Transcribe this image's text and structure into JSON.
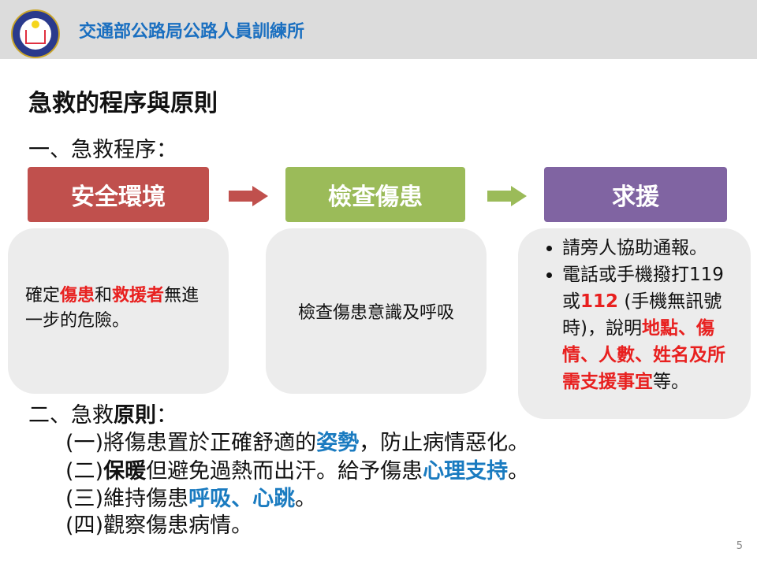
{
  "header": {
    "org": "交通部公路局公路人員訓練所"
  },
  "title": "急救的程序與原則",
  "section1": "一、急救程序：",
  "steps": [
    {
      "label": "安全環境",
      "color": "#c0504d"
    },
    {
      "label": "檢查傷患",
      "color": "#9bbb59"
    },
    {
      "label": "求援",
      "color": "#8064a2"
    }
  ],
  "card1": {
    "t1": "確定",
    "t2": "傷患",
    "t3": "和",
    "t4": "救援者",
    "t5": "無進一步的危險。"
  },
  "card2": {
    "text": "檢查傷患意識及呼吸"
  },
  "card3": {
    "b1": "請旁人協助通報。",
    "b2a": "電話或手機撥打119或",
    "b2b": "112",
    "b2c": " (手機無訊號時)，說明",
    "b2d": "地點、傷情、人數、姓名及所需支援事宜",
    "b2e": "等。"
  },
  "section2": {
    "a": "二、急救",
    "b": "原則",
    "c": "："
  },
  "principles": [
    {
      "a": "(一)將傷患置於正確舒適的",
      "b": "姿勢",
      "c": "，防止病情惡化。"
    },
    {
      "a": "(二)",
      "b": "保暖",
      "c": "但避免過熱而出汗。給予傷患",
      "d": "心理支持",
      "e": "。"
    },
    {
      "a": "(三)維持傷患",
      "b": "呼吸、心跳",
      "c": "。"
    },
    {
      "a": "(四)觀察傷患病情。"
    }
  ],
  "page_number": "5"
}
